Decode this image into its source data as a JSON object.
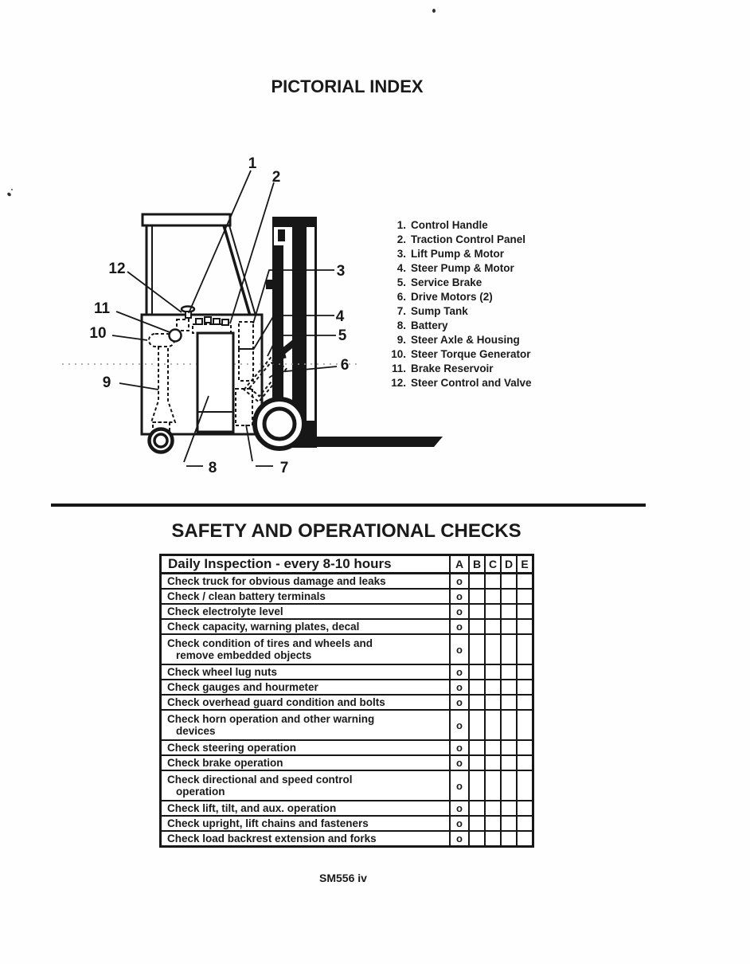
{
  "page": {
    "title": "PICTORIAL INDEX",
    "section_title": "SAFETY AND OPERATIONAL CHECKS",
    "footer": "SM556 iv"
  },
  "diagram": {
    "callouts": [
      "1",
      "2",
      "3",
      "4",
      "5",
      "6",
      "7",
      "8",
      "9",
      "10",
      "11",
      "12"
    ]
  },
  "legend": {
    "items": [
      {
        "num": "1.",
        "label": "Control Handle"
      },
      {
        "num": "2.",
        "label": "Traction Control Panel"
      },
      {
        "num": "3.",
        "label": "Lift Pump & Motor"
      },
      {
        "num": "4.",
        "label": "Steer Pump & Motor"
      },
      {
        "num": "5.",
        "label": "Service Brake"
      },
      {
        "num": "6.",
        "label": "Drive Motors (2)"
      },
      {
        "num": "7.",
        "label": "Sump Tank"
      },
      {
        "num": "8.",
        "label": "Battery"
      },
      {
        "num": "9.",
        "label": "Steer Axle & Housing"
      },
      {
        "num": "10.",
        "label": "Steer Torque Generator"
      },
      {
        "num": "11.",
        "label": "Brake Reservoir"
      },
      {
        "num": "12.",
        "label": "Steer Control and Valve"
      }
    ]
  },
  "checks": {
    "header": "Daily Inspection - every 8-10 hours",
    "columns": [
      "A",
      "B",
      "C",
      "D",
      "E"
    ],
    "rows": [
      {
        "lines": [
          "Check truck for obvious damage and leaks"
        ],
        "mark": "o"
      },
      {
        "lines": [
          "Check / clean battery terminals"
        ],
        "mark": "o"
      },
      {
        "lines": [
          "Check electrolyte level"
        ],
        "mark": "o"
      },
      {
        "lines": [
          "Check capacity, warning plates, decal"
        ],
        "mark": "o"
      },
      {
        "lines": [
          "Check condition of tires and wheels and",
          "remove embedded objects"
        ],
        "mark": "o"
      },
      {
        "lines": [
          "Check wheel lug nuts"
        ],
        "mark": "o"
      },
      {
        "lines": [
          "Check gauges and hourmeter"
        ],
        "mark": "o"
      },
      {
        "lines": [
          "Check overhead guard condition and bolts"
        ],
        "mark": "o"
      },
      {
        "lines": [
          "Check horn operation and other warning",
          "devices"
        ],
        "mark": "o"
      },
      {
        "lines": [
          "Check steering operation"
        ],
        "mark": "o"
      },
      {
        "lines": [
          "Check brake operation"
        ],
        "mark": "o"
      },
      {
        "lines": [
          "Check directional and speed control",
          "operation"
        ],
        "mark": "o"
      },
      {
        "lines": [
          "Check lift, tilt, and aux. operation"
        ],
        "mark": "o"
      },
      {
        "lines": [
          "Check upright, lift chains and fasteners"
        ],
        "mark": "o"
      },
      {
        "lines": [
          "Check load backrest extension and forks"
        ],
        "mark": "o"
      }
    ]
  }
}
